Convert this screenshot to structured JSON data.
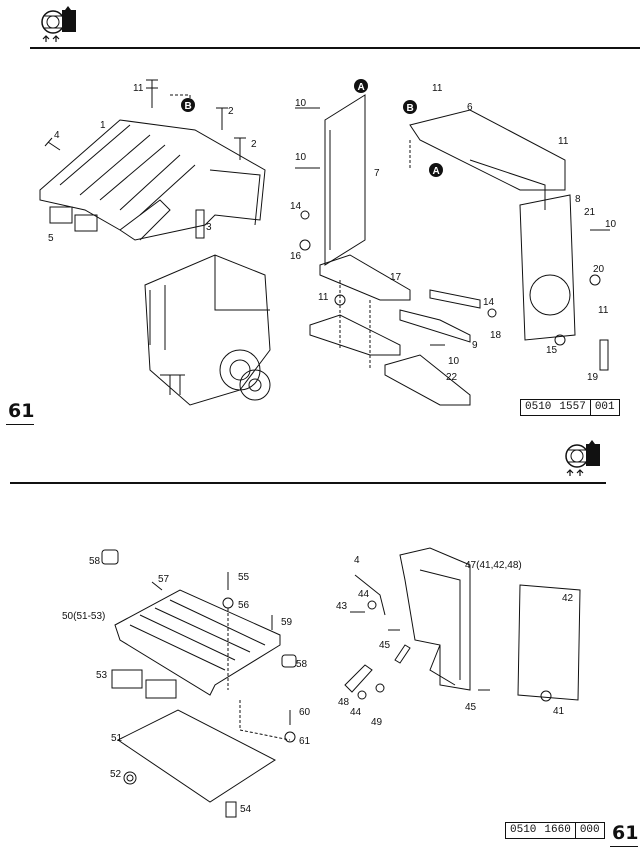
{
  "page_number": "61",
  "diagram_top": {
    "reference": [
      "0510",
      "1557",
      "001"
    ],
    "labels": [
      "1",
      "2",
      "2",
      "3",
      "4",
      "5",
      "6",
      "7",
      "8",
      "9",
      "10",
      "10",
      "10",
      "10",
      "11",
      "11",
      "11",
      "11",
      "11",
      "14",
      "14",
      "15",
      "16",
      "17",
      "18",
      "19",
      "20",
      "21",
      "22"
    ],
    "markers": [
      "A",
      "A",
      "B",
      "B"
    ]
  },
  "diagram_bottom": {
    "reference": [
      "0510",
      "1660",
      "000"
    ],
    "labels": [
      "58",
      "57",
      "55",
      "56",
      "59",
      "50(51-53)",
      "53",
      "58",
      "60",
      "61",
      "51",
      "52",
      "54",
      "4",
      "47(41,42,48)",
      "43",
      "44",
      "45",
      "42",
      "48",
      "44",
      "49",
      "45",
      "41"
    ]
  },
  "icons": [
    "engine-manual-icon",
    "arrow-marker-icon"
  ]
}
